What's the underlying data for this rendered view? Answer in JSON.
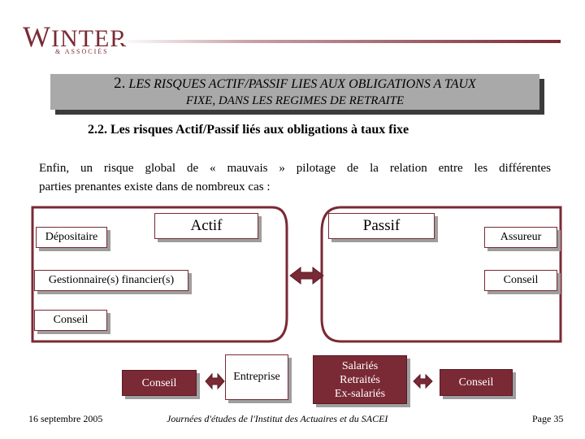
{
  "logo": {
    "name": "WINTER",
    "initial": "W",
    "rest": "INTER",
    "sub": "& ASSOCIÉS"
  },
  "title": {
    "number": "2.",
    "line1": "LES RISQUES ACTIF/PASSIF LIES AUX OBLIGATIONS A TAUX",
    "line2": "FIXE, DANS LES REGIMES DE RETRAITE"
  },
  "subtitle": "2.2. Les risques Actif/Passif liés aux obligations à taux fixe",
  "paragraph": {
    "line1": "Enfin, un risque global de « mauvais » pilotage de la relation entre les différentes",
    "line2": "parties prenantes existe dans de nombreux cas :"
  },
  "diagram": {
    "actif": "Actif",
    "passif": "Passif",
    "depositaire": "Dépositaire",
    "gestionnaire": "Gestionnaire(s) financier(s)",
    "conseil_left": "Conseil",
    "assureur": "Assureur",
    "conseil_right": "Conseil",
    "conseil_bottom_left": "Conseil",
    "entreprise": "Entreprise",
    "salaries": {
      "l1": "Salariés",
      "l2": "Retraités",
      "l3": "Ex-salariés"
    },
    "conseil_bottom_right": "Conseil"
  },
  "colors": {
    "brand": "#7a2a35",
    "banner": "#a9a9a9",
    "shadow": "#9e9e9e"
  },
  "footer": {
    "date": "16 septembre 2005",
    "event": "Journées d'études de l'Institut des Actuaires et du SACEI",
    "page": "Page 35"
  }
}
